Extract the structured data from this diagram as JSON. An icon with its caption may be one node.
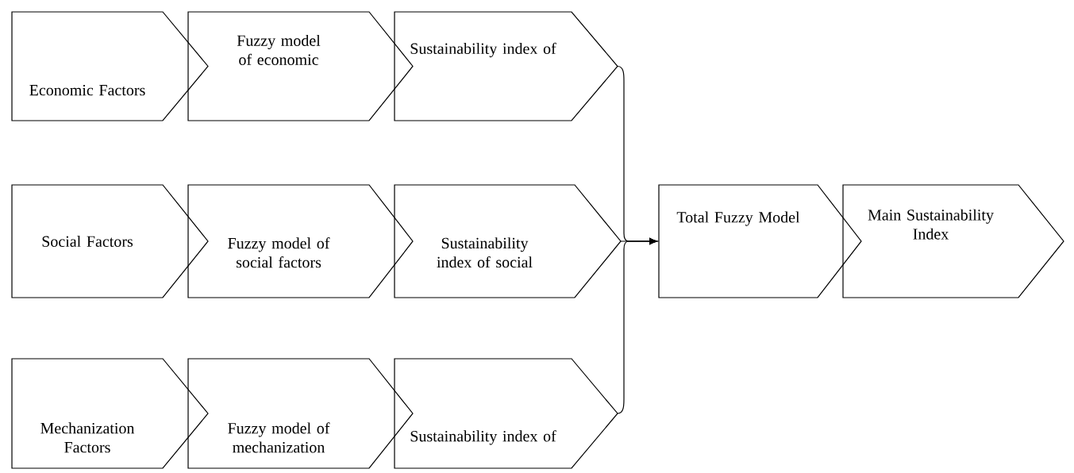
{
  "diagram": {
    "nodes": [
      {
        "text": [
          "Economic Factors"
        ]
      },
      {
        "text": [
          "Fuzzy model of economic"
        ]
      },
      {
        "text": [
          "Sustainability index of"
        ]
      },
      {
        "text": [
          "Social Factors"
        ]
      },
      {
        "text": [
          "Fuzzy model of social factors"
        ]
      },
      {
        "text": [
          "Sustainability index of social"
        ]
      },
      {
        "text": [
          "Mechanization Factors"
        ]
      },
      {
        "text": [
          "Fuzzy model of mechanization"
        ]
      },
      {
        "text": [
          "Sustainability index of"
        ]
      },
      {
        "text": [
          "Total Fuzzy Model"
        ]
      },
      {
        "text": [
          "Main Sustainability Index"
        ]
      }
    ],
    "edges": [
      {
        "from": 2,
        "to": 9,
        "arrow": "to"
      },
      {
        "from": 5,
        "to": 9,
        "arrow": "to"
      },
      {
        "from": 8,
        "to": 9,
        "arrow": "to"
      }
    ]
  }
}
